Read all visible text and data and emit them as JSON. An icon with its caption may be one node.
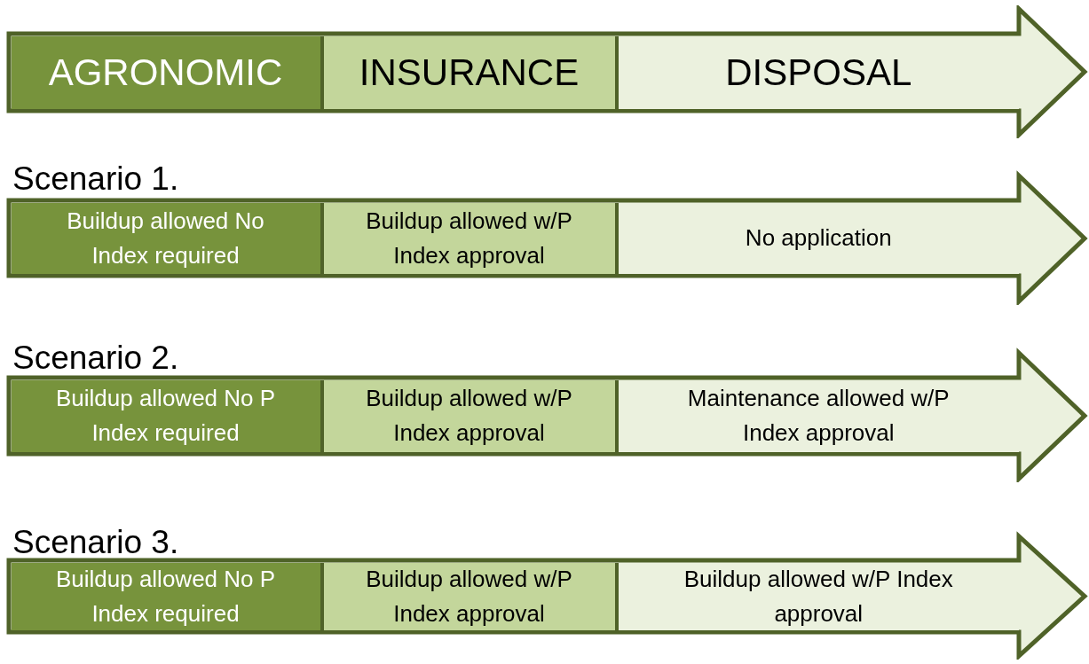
{
  "diagram": {
    "nodes": [
      {
        "text": [],
        "shape": "arrow"
      },
      {
        "text": [
          "AGRONOMIC"
        ],
        "in": 0
      },
      {
        "text": [
          "INSURANCE"
        ],
        "in": 0
      },
      {
        "text": [
          "DISPOSAL"
        ],
        "in": 0
      },
      {
        "text": [
          "Scenario 1."
        ]
      },
      {
        "text": [
          "Buildup allowed No Index required"
        ],
        "in": 4
      },
      {
        "text": [
          "Buildup allowed w/P Index approval"
        ],
        "in": 4
      },
      {
        "text": [
          "No application"
        ],
        "in": 4
      },
      {
        "text": [
          "Scenario 2."
        ]
      },
      {
        "text": [
          "Buildup allowed No P Index required"
        ],
        "in": 8
      },
      {
        "text": [
          "Buildup allowed w/P Index approval"
        ],
        "in": 8
      },
      {
        "text": [
          "Maintenance allowed w/P Index approval"
        ],
        "in": 8
      },
      {
        "text": [
          "Scenario 3."
        ]
      },
      {
        "text": [
          "Buildup allowed No P Index required"
        ],
        "in": 12
      },
      {
        "text": [
          "Buildup allowed w/P Index approval"
        ],
        "in": 12
      },
      {
        "text": [
          "Buildup allowed w/P Index approval"
        ],
        "in": 12
      }
    ],
    "edges": []
  }
}
